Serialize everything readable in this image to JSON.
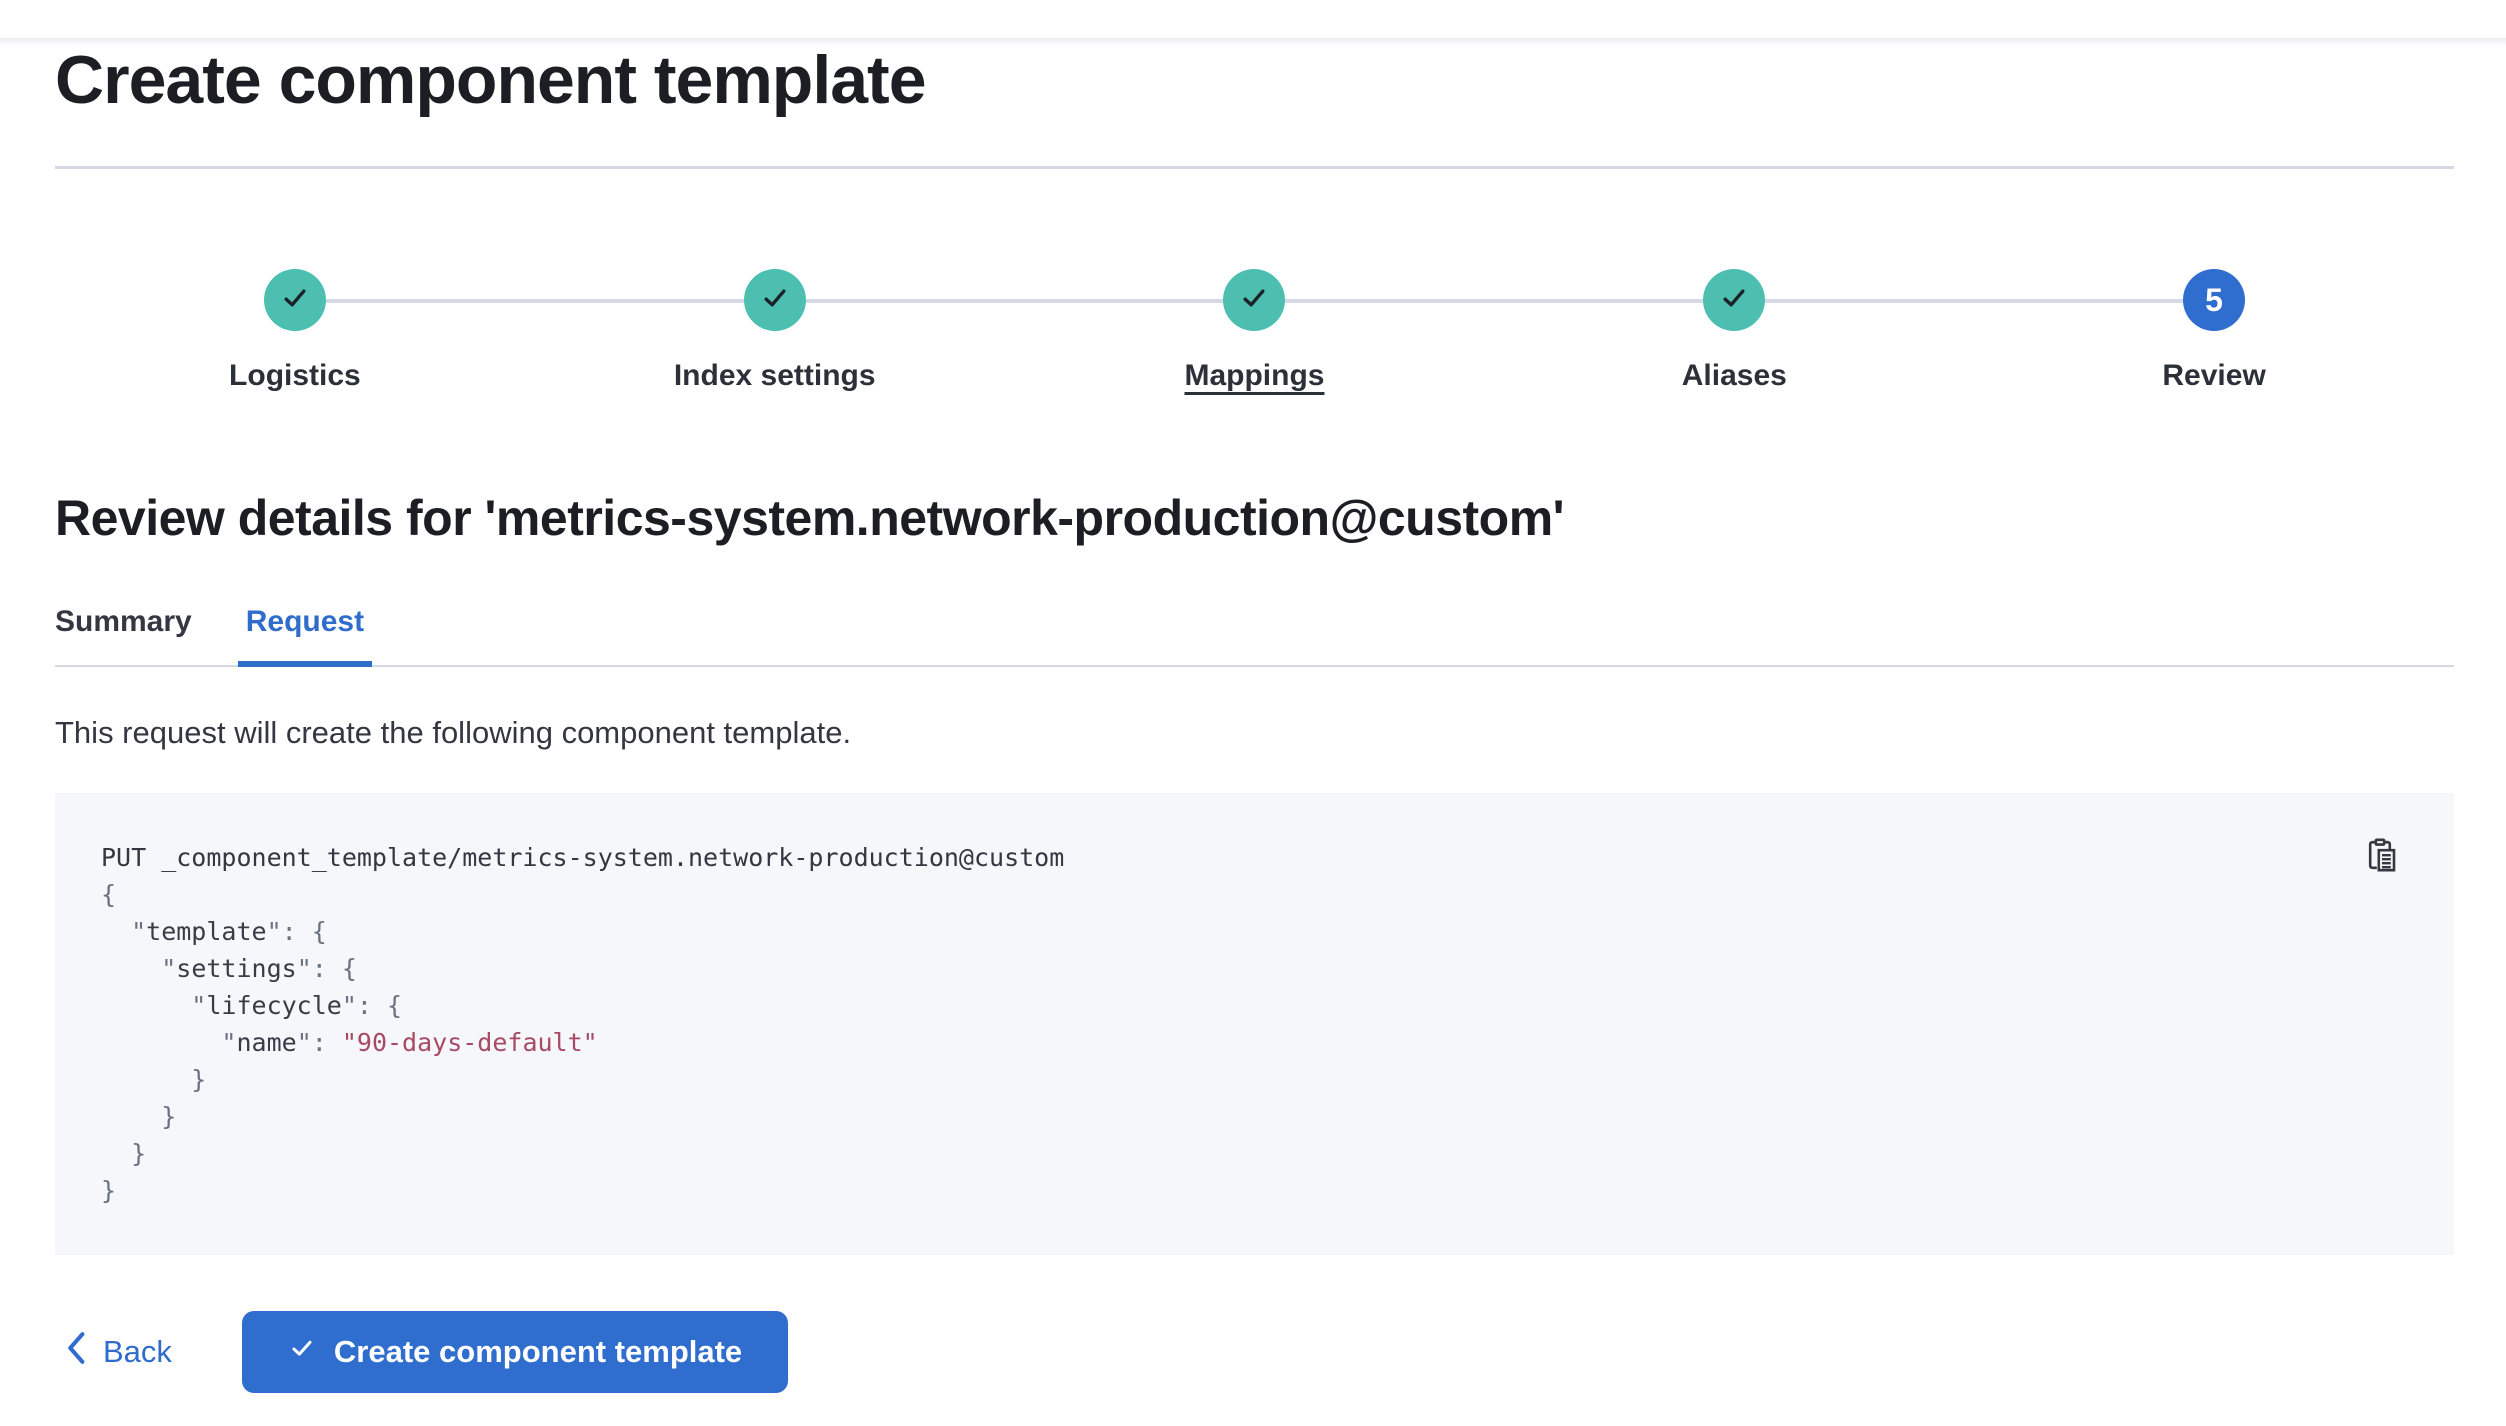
{
  "page": {
    "title": "Create component template"
  },
  "steps": [
    {
      "label": "Logistics",
      "status": "complete"
    },
    {
      "label": "Index settings",
      "status": "complete"
    },
    {
      "label": "Mappings",
      "status": "complete",
      "hovered": true
    },
    {
      "label": "Aliases",
      "status": "complete"
    },
    {
      "label": "Review",
      "status": "current",
      "number": "5"
    }
  ],
  "review": {
    "heading": "Review details for 'metrics-system.network-production@custom'",
    "tabs": [
      {
        "label": "Summary",
        "active": false
      },
      {
        "label": "Request",
        "active": true
      }
    ],
    "description": "This request will create the following component template."
  },
  "code": {
    "copy_icon": "copy-clipboard-icon",
    "lines": [
      [
        {
          "c": "plain",
          "t": "PUT _component_template/metrics-system.network-production@custom"
        }
      ],
      [
        {
          "c": "punc",
          "t": "{"
        }
      ],
      [
        {
          "c": "punc",
          "t": "  \""
        },
        {
          "c": "key",
          "t": "template"
        },
        {
          "c": "punc",
          "t": "\": {"
        }
      ],
      [
        {
          "c": "punc",
          "t": "    \""
        },
        {
          "c": "key",
          "t": "settings"
        },
        {
          "c": "punc",
          "t": "\": {"
        }
      ],
      [
        {
          "c": "punc",
          "t": "      \""
        },
        {
          "c": "key",
          "t": "lifecycle"
        },
        {
          "c": "punc",
          "t": "\": {"
        }
      ],
      [
        {
          "c": "punc",
          "t": "        \""
        },
        {
          "c": "key",
          "t": "name"
        },
        {
          "c": "punc",
          "t": "\": "
        },
        {
          "c": "str",
          "t": "\"90-days-default\""
        }
      ],
      [
        {
          "c": "punc",
          "t": "      }"
        }
      ],
      [
        {
          "c": "punc",
          "t": "    }"
        }
      ],
      [
        {
          "c": "punc",
          "t": "  }"
        }
      ],
      [
        {
          "c": "punc",
          "t": "}"
        }
      ]
    ]
  },
  "footer": {
    "back_label": "Back",
    "create_label": "Create component template"
  },
  "colors": {
    "accent_blue": "#2f6ccb",
    "button_blue": "#2f6dce",
    "success_teal": "#4dbfb1",
    "connector": "#d3dae6",
    "code_bg": "#f5f7fa",
    "code_string": "#a84a63",
    "text_dark": "#343741",
    "title_dark": "#1c1e24"
  }
}
